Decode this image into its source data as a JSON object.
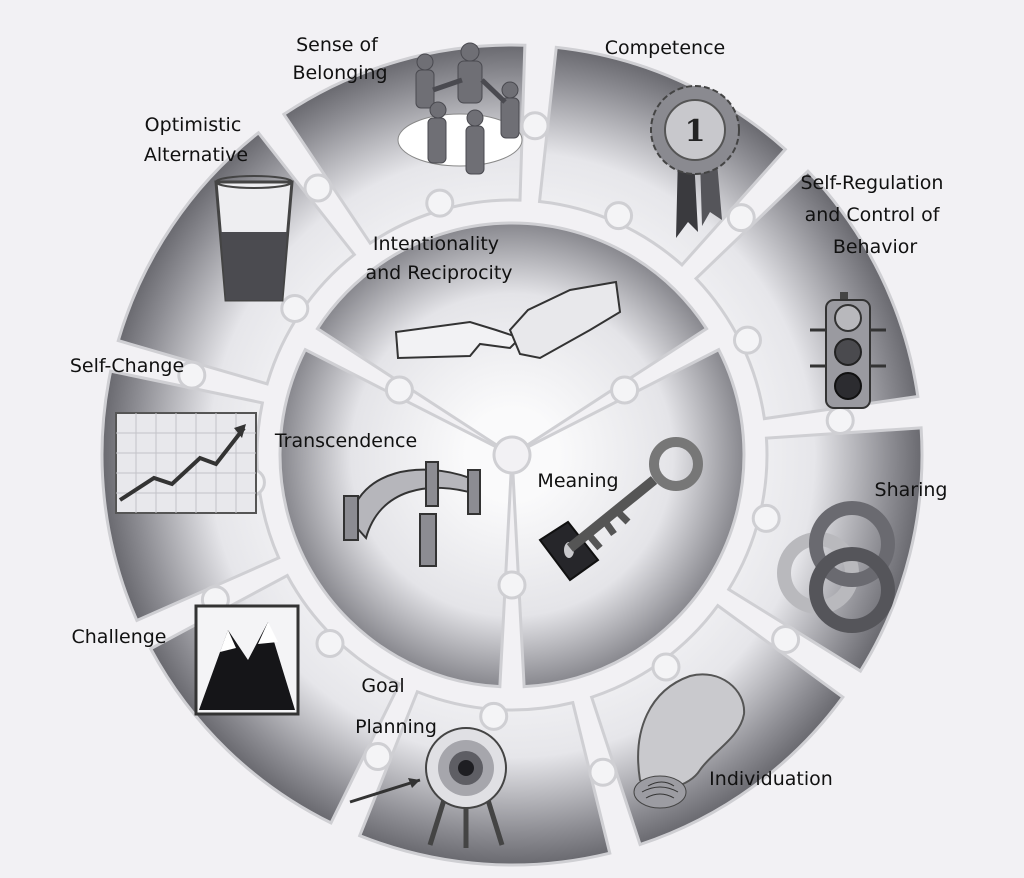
{
  "pieces": {
    "sense_of_belonging": [
      "Sense of",
      "Belonging"
    ],
    "competence": [
      "Competence"
    ],
    "self_regulation": [
      "Self-Regulation",
      "and Control of",
      "Behavior"
    ],
    "sharing": [
      "Sharing"
    ],
    "individuation": [
      "Individuation"
    ],
    "goal_planning": [
      "Goal",
      "Planning"
    ],
    "challenge": [
      "Challenge"
    ],
    "self_change": [
      "Self-Change"
    ],
    "optimistic_alternative": [
      "Optimistic",
      "Alternative"
    ],
    "intentionality": [
      "Intentionality",
      "and Reciprocity"
    ],
    "transcendence": [
      "Transcendence"
    ],
    "meaning": [
      "Meaning"
    ]
  },
  "icons": {
    "sense_of_belonging": "people-circle-icon",
    "competence": "award-ribbon-icon",
    "self_regulation": "traffic-light-icon",
    "sharing": "interlocking-rings-icon",
    "individuation": "fingerprint-thumb-icon",
    "goal_planning": "target-arrow-icon",
    "challenge": "mountain-icon",
    "self_change": "rising-graph-icon",
    "optimistic_alternative": "half-full-glass-icon",
    "intentionality": "reaching-hands-icon",
    "transcendence": "bridge-icon",
    "meaning": "key-icon"
  },
  "award_number": "1"
}
